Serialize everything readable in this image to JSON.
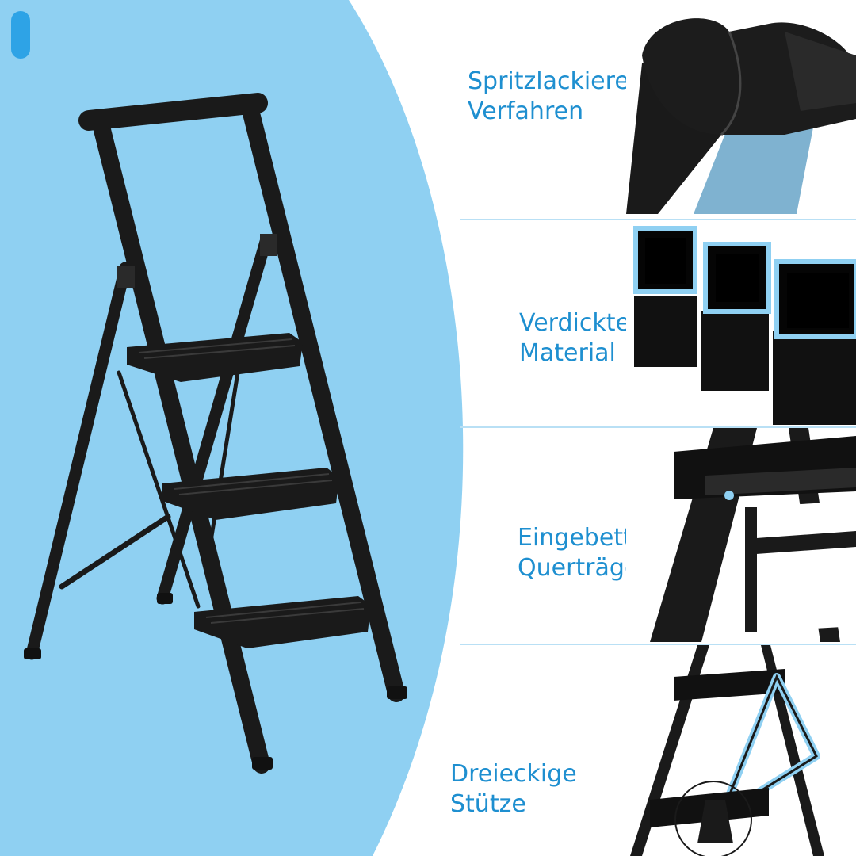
{
  "colors": {
    "sky_blue": "#8fd0f2",
    "accent_blue": "#1e8fd0",
    "pill": "#2ea3e6",
    "ladder_black": "#1a1a1a",
    "divider": "#b9e0f5"
  },
  "features": [
    {
      "id": "coating",
      "line1": "Spritzlackieren",
      "line2": "Verfahren"
    },
    {
      "id": "material",
      "line1": "Verdickter",
      "line2": "Material"
    },
    {
      "id": "crossbar",
      "line1": "Eingebettet",
      "line2": "Querträger"
    },
    {
      "id": "support",
      "line1": "Dreieckige",
      "line2": "Stütze"
    }
  ]
}
